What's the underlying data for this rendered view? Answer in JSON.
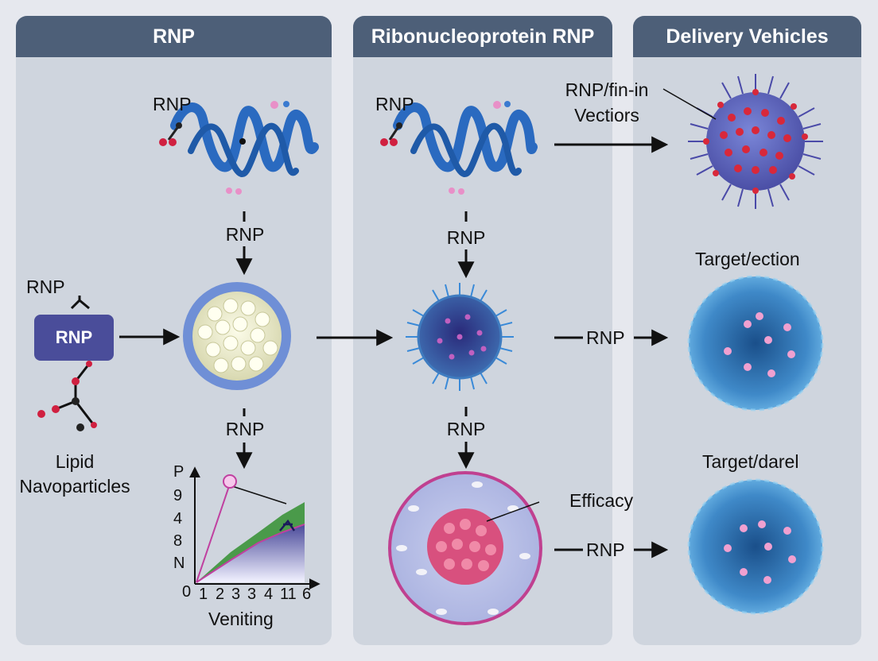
{
  "panels": [
    {
      "title": "RNP"
    },
    {
      "title": "Ribonucleoprotein RNP"
    },
    {
      "title": "Delivery Vehicles"
    }
  ],
  "panel1": {
    "protein_label": "RNP",
    "arrow1_label": "RNP",
    "side_label": "RNP",
    "box_label": "RNP",
    "lipid_caption_line1": "Lipid",
    "lipid_caption_line2": "Navoparticles",
    "arrow2_label": "RNP"
  },
  "panel2": {
    "protein_label": "RNP",
    "arrow1_label": "RNP",
    "arrow2_label": "RNP",
    "efficacy_label": "Efficacy"
  },
  "panel3": {
    "vector_label_line1": "RNP/fin-in",
    "vector_label_line2": "Vectiors",
    "target1_label": "Target/ection",
    "target2_label": "Target/darel",
    "arrow_row1_label": "RNP",
    "arrow_row2_label": "RNP"
  },
  "chart_data": {
    "type": "area",
    "title": "",
    "xlabel": "Veniting",
    "ylabel": "",
    "x_tick_labels": [
      "0",
      "1",
      "2",
      "3",
      "3",
      "4",
      "11",
      "6"
    ],
    "y_tick_labels": [
      "P",
      "9",
      "4",
      "8",
      "N"
    ],
    "grid": false,
    "colors": {
      "area_green": "#4a9a4a",
      "area_purple": "#6a6aaa",
      "line_magenta": "#c040a0"
    }
  }
}
